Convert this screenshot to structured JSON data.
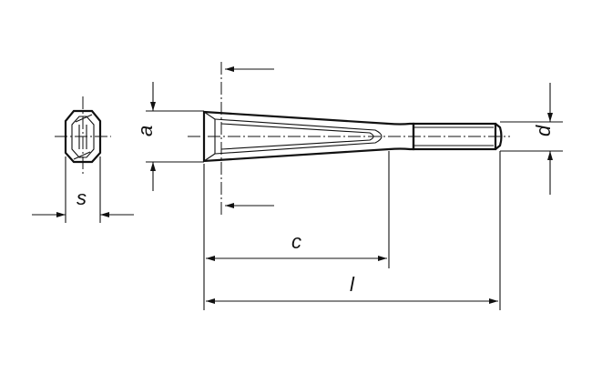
{
  "dimensions": {
    "s": "s",
    "a": "a",
    "c": "c",
    "l": "l",
    "d": "d"
  }
}
